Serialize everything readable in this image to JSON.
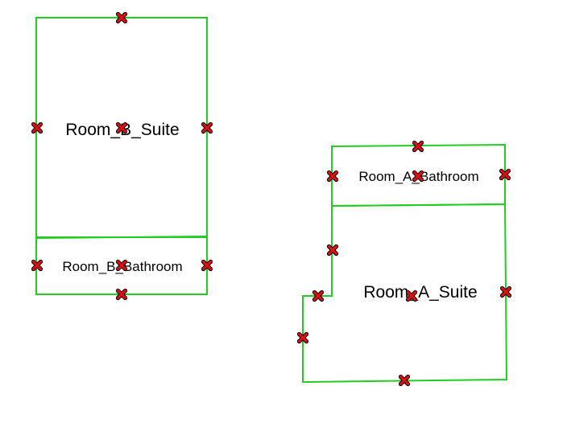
{
  "colors": {
    "wall": "#22cc22",
    "marker_fill": "#dd1111",
    "marker_outline": "#000000",
    "background": "#ffffff"
  },
  "marker_icon": "x-mark-icon",
  "rooms": [
    {
      "id": "room-b-suite",
      "label": "Room_B_Suite"
    },
    {
      "id": "room-b-bathroom",
      "label": "Room_B_Bathroom"
    },
    {
      "id": "room-a-bathroom",
      "label": "Room_A_Bathroom"
    },
    {
      "id": "room-a-suite",
      "label": "Room_A_Suite"
    }
  ]
}
